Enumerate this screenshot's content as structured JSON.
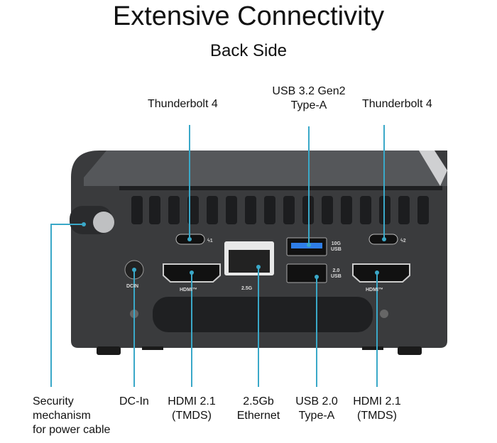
{
  "title": "Extensive Connectivity",
  "subtitle": "Back Side",
  "callouts_top": {
    "tb1": "Thunderbolt 4",
    "usb32_l1": "USB 3.2 Gen2",
    "usb32_l2": "Type-A",
    "tb2": "Thunderbolt 4"
  },
  "callouts_bottom": {
    "security": [
      "Security",
      "mechanism",
      "for power cable"
    ],
    "dcin": "DC-In",
    "hdmi1": [
      "HDMI 2.1",
      "(TMDS)"
    ],
    "ethernet": [
      "2.5Gb",
      "Ethernet"
    ],
    "usb20": [
      "USB 2.0",
      "Type-A"
    ],
    "hdmi2": [
      "HDMI 2.1",
      "(TMDS)"
    ]
  },
  "device_labels": {
    "usb10g": [
      "10G",
      "USB"
    ],
    "usb2": [
      "2.0",
      "USB"
    ],
    "lan": "2.5G",
    "hdmi": "HDMI™",
    "dcin": "DCIN",
    "tb_num1": "1",
    "tb_num2": "2"
  },
  "colors": {
    "callout": "#3aa8c8",
    "body": "#3a3b3d"
  }
}
